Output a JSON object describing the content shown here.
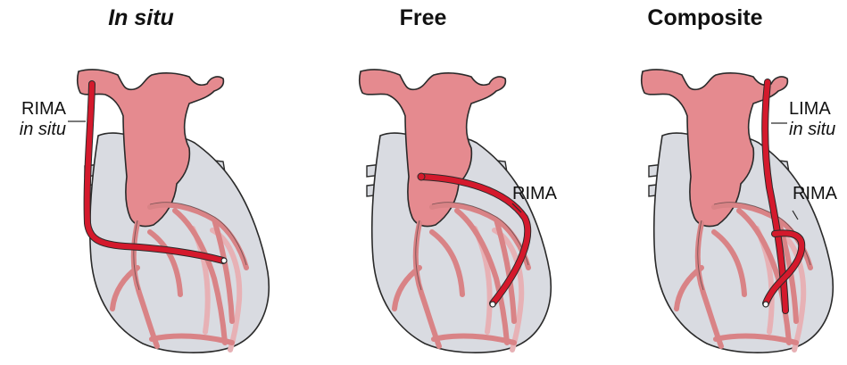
{
  "panels": [
    {
      "title": "In situ",
      "title_italic": true,
      "labels": [
        {
          "line1": "RIMA",
          "line2": "in situ"
        }
      ]
    },
    {
      "title": "Free",
      "title_italic": false,
      "labels": [
        {
          "line1": "RIMA",
          "line2": ""
        }
      ]
    },
    {
      "title": "Composite",
      "title_italic": false,
      "labels": [
        {
          "line1": "LIMA",
          "line2": "in situ"
        },
        {
          "line1": "RIMA",
          "line2": ""
        }
      ]
    }
  ],
  "colors": {
    "heart_fill": "#d9dbe1",
    "vessel_fill": "#e58a8f",
    "outline": "#2a2a2a",
    "graft": "#d4192c",
    "coronary": "#d98386",
    "coronary_light": "#e7b1b5"
  }
}
